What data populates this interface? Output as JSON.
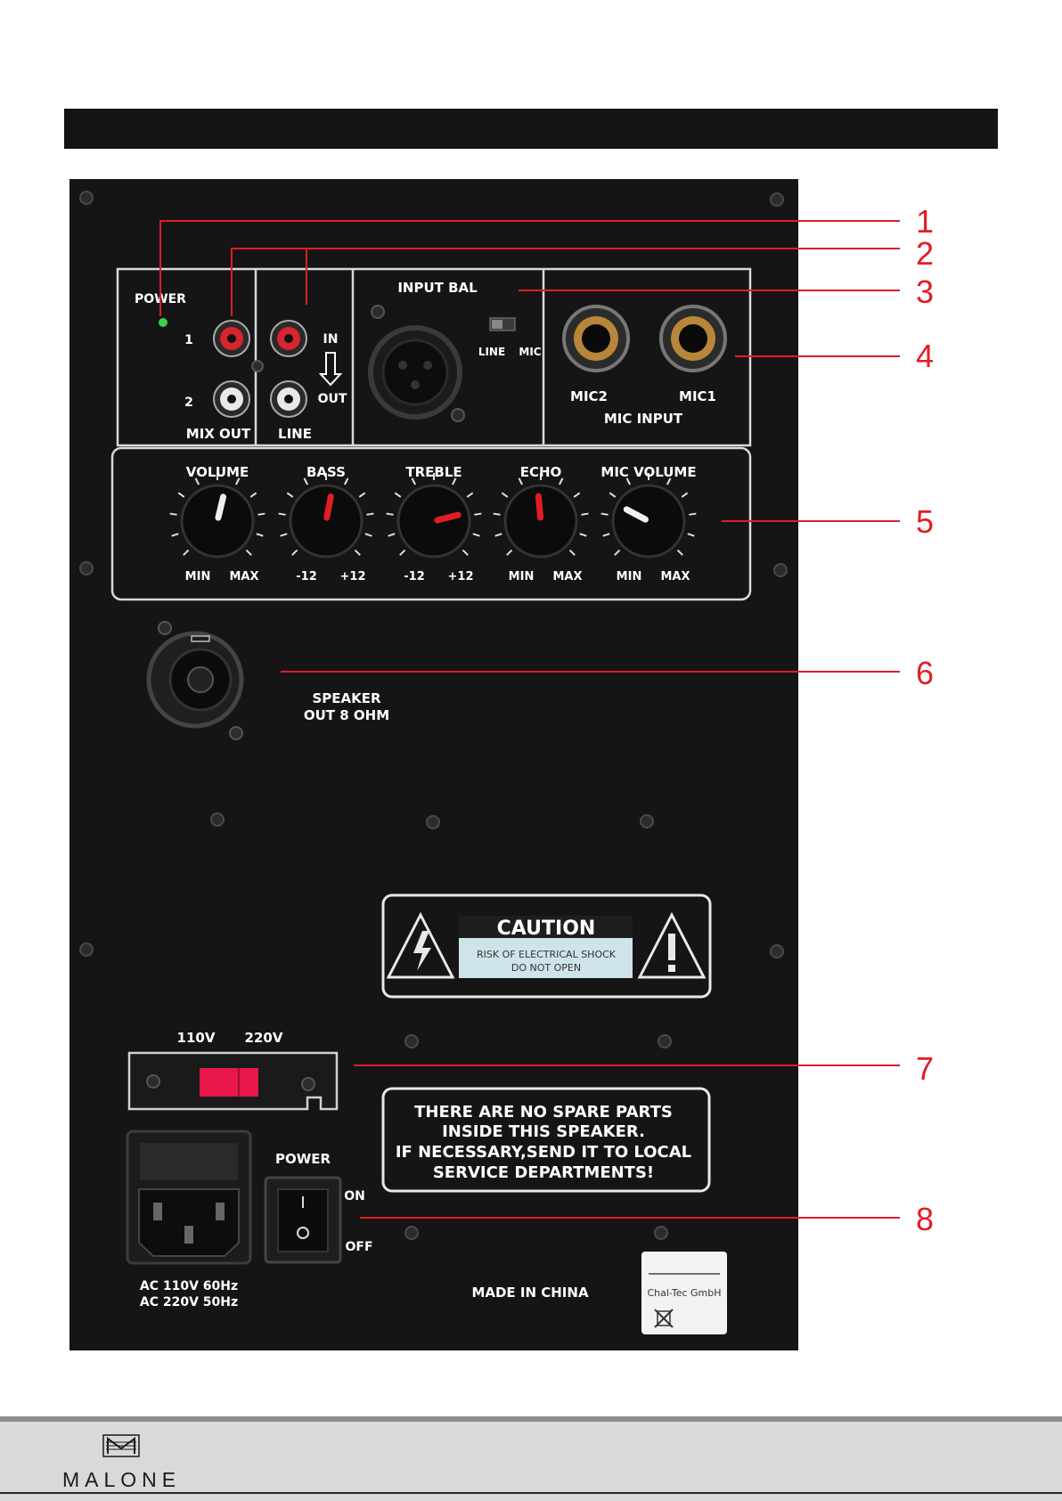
{
  "callouts": [
    "1",
    "2",
    "3",
    "4",
    "5",
    "6",
    "7",
    "8"
  ],
  "panel": {
    "power_led_label": "POWER",
    "mix_out": {
      "ch1": "1",
      "ch2": "2",
      "label": "MIX OUT"
    },
    "line": {
      "in": "IN",
      "out": "OUT",
      "label": "LINE"
    },
    "input_bal": {
      "title": "INPUT BAL",
      "line": "LINE",
      "mic": "MIC"
    },
    "mic_input": {
      "mic2": "MIC2",
      "mic1": "MIC1",
      "label": "MIC INPUT"
    },
    "knobs": [
      {
        "label": "VOLUME",
        "min": "MIN",
        "max": "MAX",
        "pointer": "white",
        "level": 0.55
      },
      {
        "label": "BASS",
        "min": "-12",
        "max": "+12",
        "pointer": "red",
        "level": 0.54
      },
      {
        "label": "TREBLE",
        "min": "-12",
        "max": "+12",
        "pointer": "red",
        "level": 0.78
      },
      {
        "label": "ECHO",
        "min": "MIN",
        "max": "MAX",
        "pointer": "red",
        "level": 0.48
      },
      {
        "label": "MIC VOLUME",
        "min": "MIN",
        "max": "MAX",
        "pointer": "white",
        "level": 0.27
      }
    ],
    "speaker_out": [
      "SPEAKER",
      "OUT 8 OHM"
    ],
    "caution": {
      "title": "CAUTION",
      "line1": "RISK OF ELECTRICAL SHOCK",
      "line2": "DO NOT OPEN"
    },
    "voltage": {
      "v110": "110V",
      "v220": "220V"
    },
    "notice": [
      "THERE ARE NO SPARE PARTS",
      "INSIDE THIS SPEAKER.",
      "IF NECESSARY,SEND IT TO LOCAL",
      "SERVICE DEPARTMENTS!"
    ],
    "power_switch": {
      "label": "POWER",
      "on": "ON",
      "off": "OFF"
    },
    "ac_input": [
      "AC 110V 60Hz",
      "AC 220V 50Hz"
    ],
    "made_in": "MADE IN CHINA",
    "sticker_brand": "Chal-Tec GmbH"
  },
  "footer": {
    "brand": "MALONE"
  },
  "colors": {
    "accent": "#e11d24",
    "panel": "#151515",
    "led": "#3fcf4a",
    "switch": "#e8184a"
  }
}
